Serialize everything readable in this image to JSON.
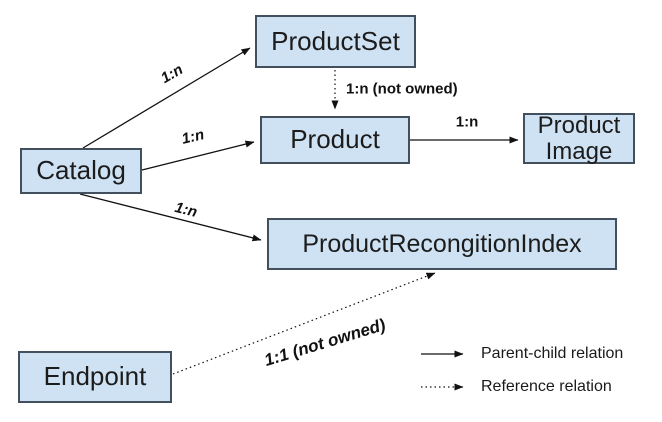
{
  "diagram": {
    "colors": {
      "background": "#ffffff",
      "node_fill": "#cfe2f3",
      "node_border": "#42505e",
      "arrow": "#111111",
      "text": "#1c1c1c"
    },
    "nodes": [
      {
        "id": "catalog",
        "label": "Catalog"
      },
      {
        "id": "product_set",
        "label": "ProductSet"
      },
      {
        "id": "product",
        "label": "Product"
      },
      {
        "id": "product_image",
        "label": "Product Image"
      },
      {
        "id": "product_recognition_index",
        "label": "ProductRecongitionIndex"
      },
      {
        "id": "endpoint",
        "label": "Endpoint"
      }
    ],
    "edges": [
      {
        "from": "catalog",
        "to": "product_set",
        "label": "1:n",
        "type": "parent-child"
      },
      {
        "from": "catalog",
        "to": "product",
        "label": "1:n",
        "type": "parent-child"
      },
      {
        "from": "catalog",
        "to": "product_recognition_index",
        "label": "1:n",
        "type": "parent-child"
      },
      {
        "from": "product",
        "to": "product_image",
        "label": "1:n",
        "type": "parent-child"
      },
      {
        "from": "product_set",
        "to": "product",
        "label": "1:n (not owned)",
        "type": "reference"
      },
      {
        "from": "endpoint",
        "to": "product_recognition_index",
        "label": "1:1 (not owned)",
        "type": "reference"
      }
    ],
    "legend": [
      {
        "style": "solid",
        "label": "Parent-child relation"
      },
      {
        "style": "dotted",
        "label": "Reference relation"
      }
    ]
  }
}
